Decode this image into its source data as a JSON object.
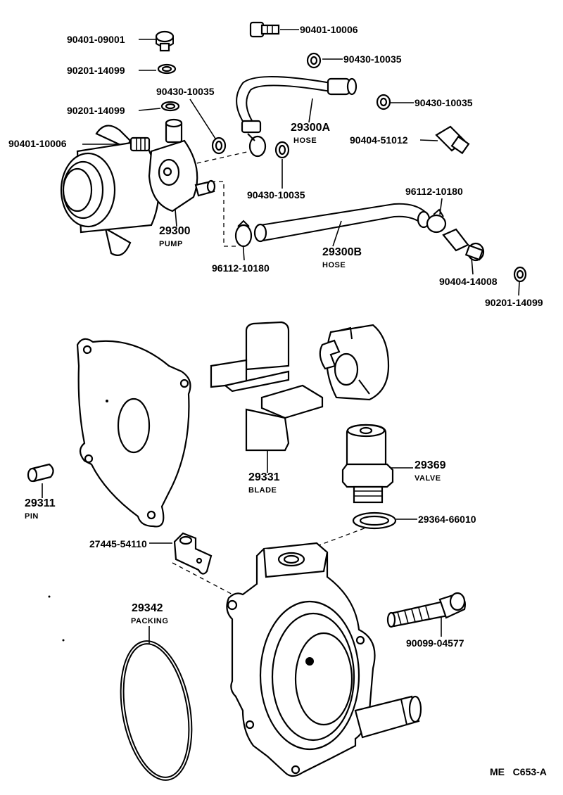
{
  "labels": {
    "l01": "90401-09001",
    "l02": "90201-14099",
    "l03": "90430-10035",
    "l04": "90201-14099",
    "l05": "90401-10006",
    "l06": "90401-10006",
    "l07": "90430-10035",
    "l08": "90430-10035",
    "l09": "29300A",
    "l09s": "HOSE",
    "l10": "90404-51012",
    "l11": "90430-10035",
    "l12": "96112-10180",
    "l13": "29300",
    "l13s": "PUMP",
    "l14": "29300B",
    "l14s": "HOSE",
    "l15": "96112-10180",
    "l16": "90404-14008",
    "l17": "90201-14099",
    "l18": "29331",
    "l18s": "BLADE",
    "l19": "29369",
    "l19s": "VALVE",
    "l20": "29311",
    "l20s": "PIN",
    "l21": "29364-66010",
    "l22": "27445-54110",
    "l23": "29342",
    "l23s": "PACKING",
    "l24": "90099-04577",
    "code": "ME   C653-A"
  }
}
